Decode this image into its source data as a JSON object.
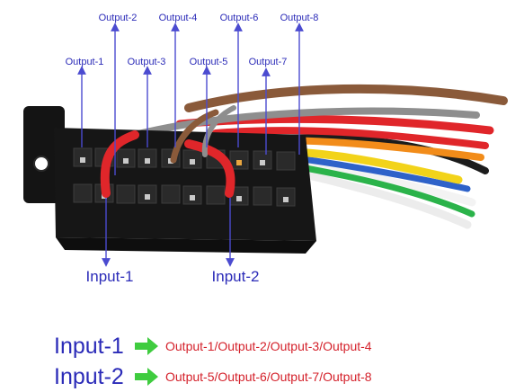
{
  "colors": {
    "label_text": "#2b2bb8",
    "arrow": "#4b4bd0",
    "output_list_text": "#d4202a",
    "legend_arrow": "#3fcc3f",
    "block_body": "#161616",
    "wire_red": "#e0262a",
    "wire_brown": "#8a5a3a",
    "wire_yellow": "#f2d31a",
    "wire_gray": "#8e8e8e",
    "wire_orange": "#f28c1a",
    "wire_white": "#f3f3f3",
    "wire_green": "#2bb34a",
    "wire_blue": "#2e62c9",
    "wire_black": "#1c1c1c"
  },
  "diagram": {
    "output_labels": {
      "out1": "Output-1",
      "out2": "Output-2",
      "out3": "Output-3",
      "out4": "Output-4",
      "out5": "Output-5",
      "out6": "Output-6",
      "out7": "Output-7",
      "out8": "Output-8"
    },
    "input_labels": {
      "in1": "Input-1",
      "in2": "Input-2"
    }
  },
  "legend": [
    {
      "input": "Input-1",
      "outputs": "Output-1/Output-2/Output-3/Output-4"
    },
    {
      "input": "Input-2",
      "outputs": "Output-5/Output-6/Output-7/Output-8"
    }
  ]
}
